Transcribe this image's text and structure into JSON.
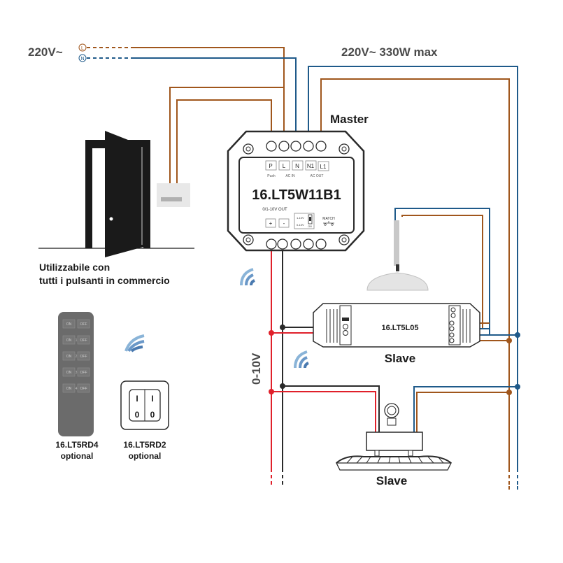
{
  "colors": {
    "live": "#a0561c",
    "neutral": "#1f5a8a",
    "signal_pos": "#e0202a",
    "signal_neg": "#2a2a2a",
    "device_outline": "#2a2a2a",
    "remote_body": "#6b6b6b",
    "text_dark": "#4a4a4a",
    "text_black": "#1a1a1a"
  },
  "supply": {
    "voltage_label": "220V~",
    "live_terminal": "L",
    "neutral_terminal": "N"
  },
  "output_rating": "220V~   330W max",
  "master": {
    "title": "Master",
    "model": "16.LT5W11B1",
    "terminals": [
      "P",
      "L",
      "N",
      "N1",
      "L1"
    ],
    "terminal_groups": [
      "Push",
      "AC IN",
      "AC OUT"
    ],
    "output_label": "0/1-10V OUT",
    "output_terminals": [
      "+",
      "-"
    ],
    "dip_labels": [
      "1-10V",
      "0-10V"
    ],
    "dip_state": "ON",
    "match_label": "MATCH"
  },
  "pushbutton_note": [
    "Utilizzabile con",
    "tutti i pulsanti in commercio"
  ],
  "slave_driver": {
    "model": "16.LT5L05",
    "label": "Slave"
  },
  "slave_highbay": {
    "label": "Slave"
  },
  "signal_bus_label": "0-10V",
  "remote": {
    "model": "16.LT5RD4",
    "note": "optional",
    "buttons": [
      {
        "on": "ON",
        "off": "OFF",
        "zone": ""
      },
      {
        "on": "ON",
        "off": "OFF",
        "zone": "1"
      },
      {
        "on": "ON",
        "off": "OFF",
        "zone": "2"
      },
      {
        "on": "ON",
        "off": "OFF",
        "zone": "3"
      },
      {
        "on": "ON",
        "off": "OFF",
        "zone": "4"
      }
    ]
  },
  "wall_switch": {
    "model": "16.LT5RD2",
    "note": "optional",
    "rocker_top": "I",
    "rocker_bottom": "0"
  }
}
